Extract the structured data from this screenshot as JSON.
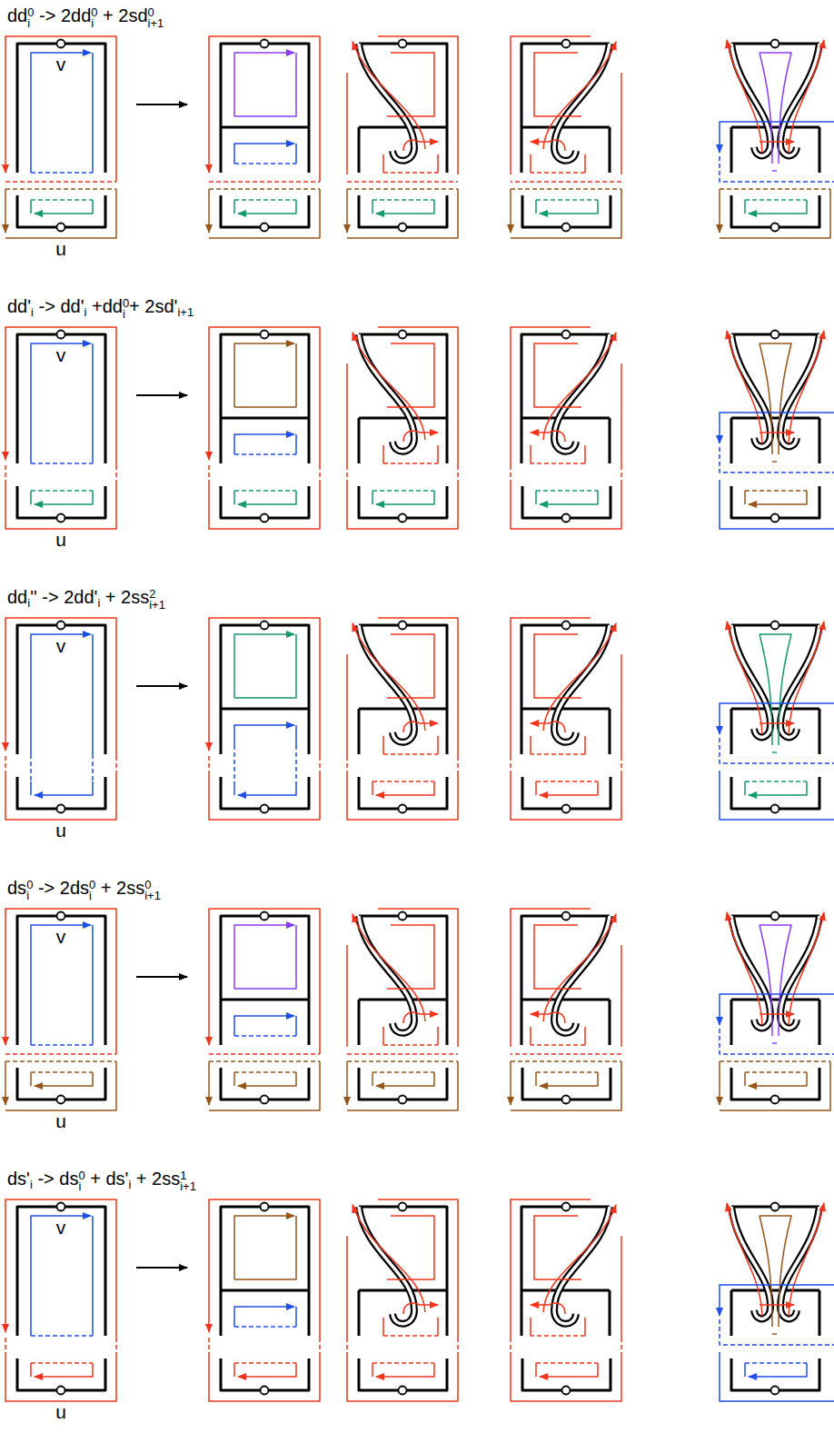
{
  "diagram": {
    "labels": [
      "dd0i -> 2dd0i + 2sd0i+1",
      "v",
      "u",
      "dd'i -> dd'i +dd0i+ 2sd'i+1",
      "v",
      "u",
      "ddi'' -> 2dd'i + 2ss2i+1",
      "v",
      "u",
      "ds0i -> 2ds0i + 2ss0i+1",
      "v",
      "u",
      "ds'i -> ds0i + ds'i + 2ss1i+1",
      "v",
      "u"
    ]
  }
}
